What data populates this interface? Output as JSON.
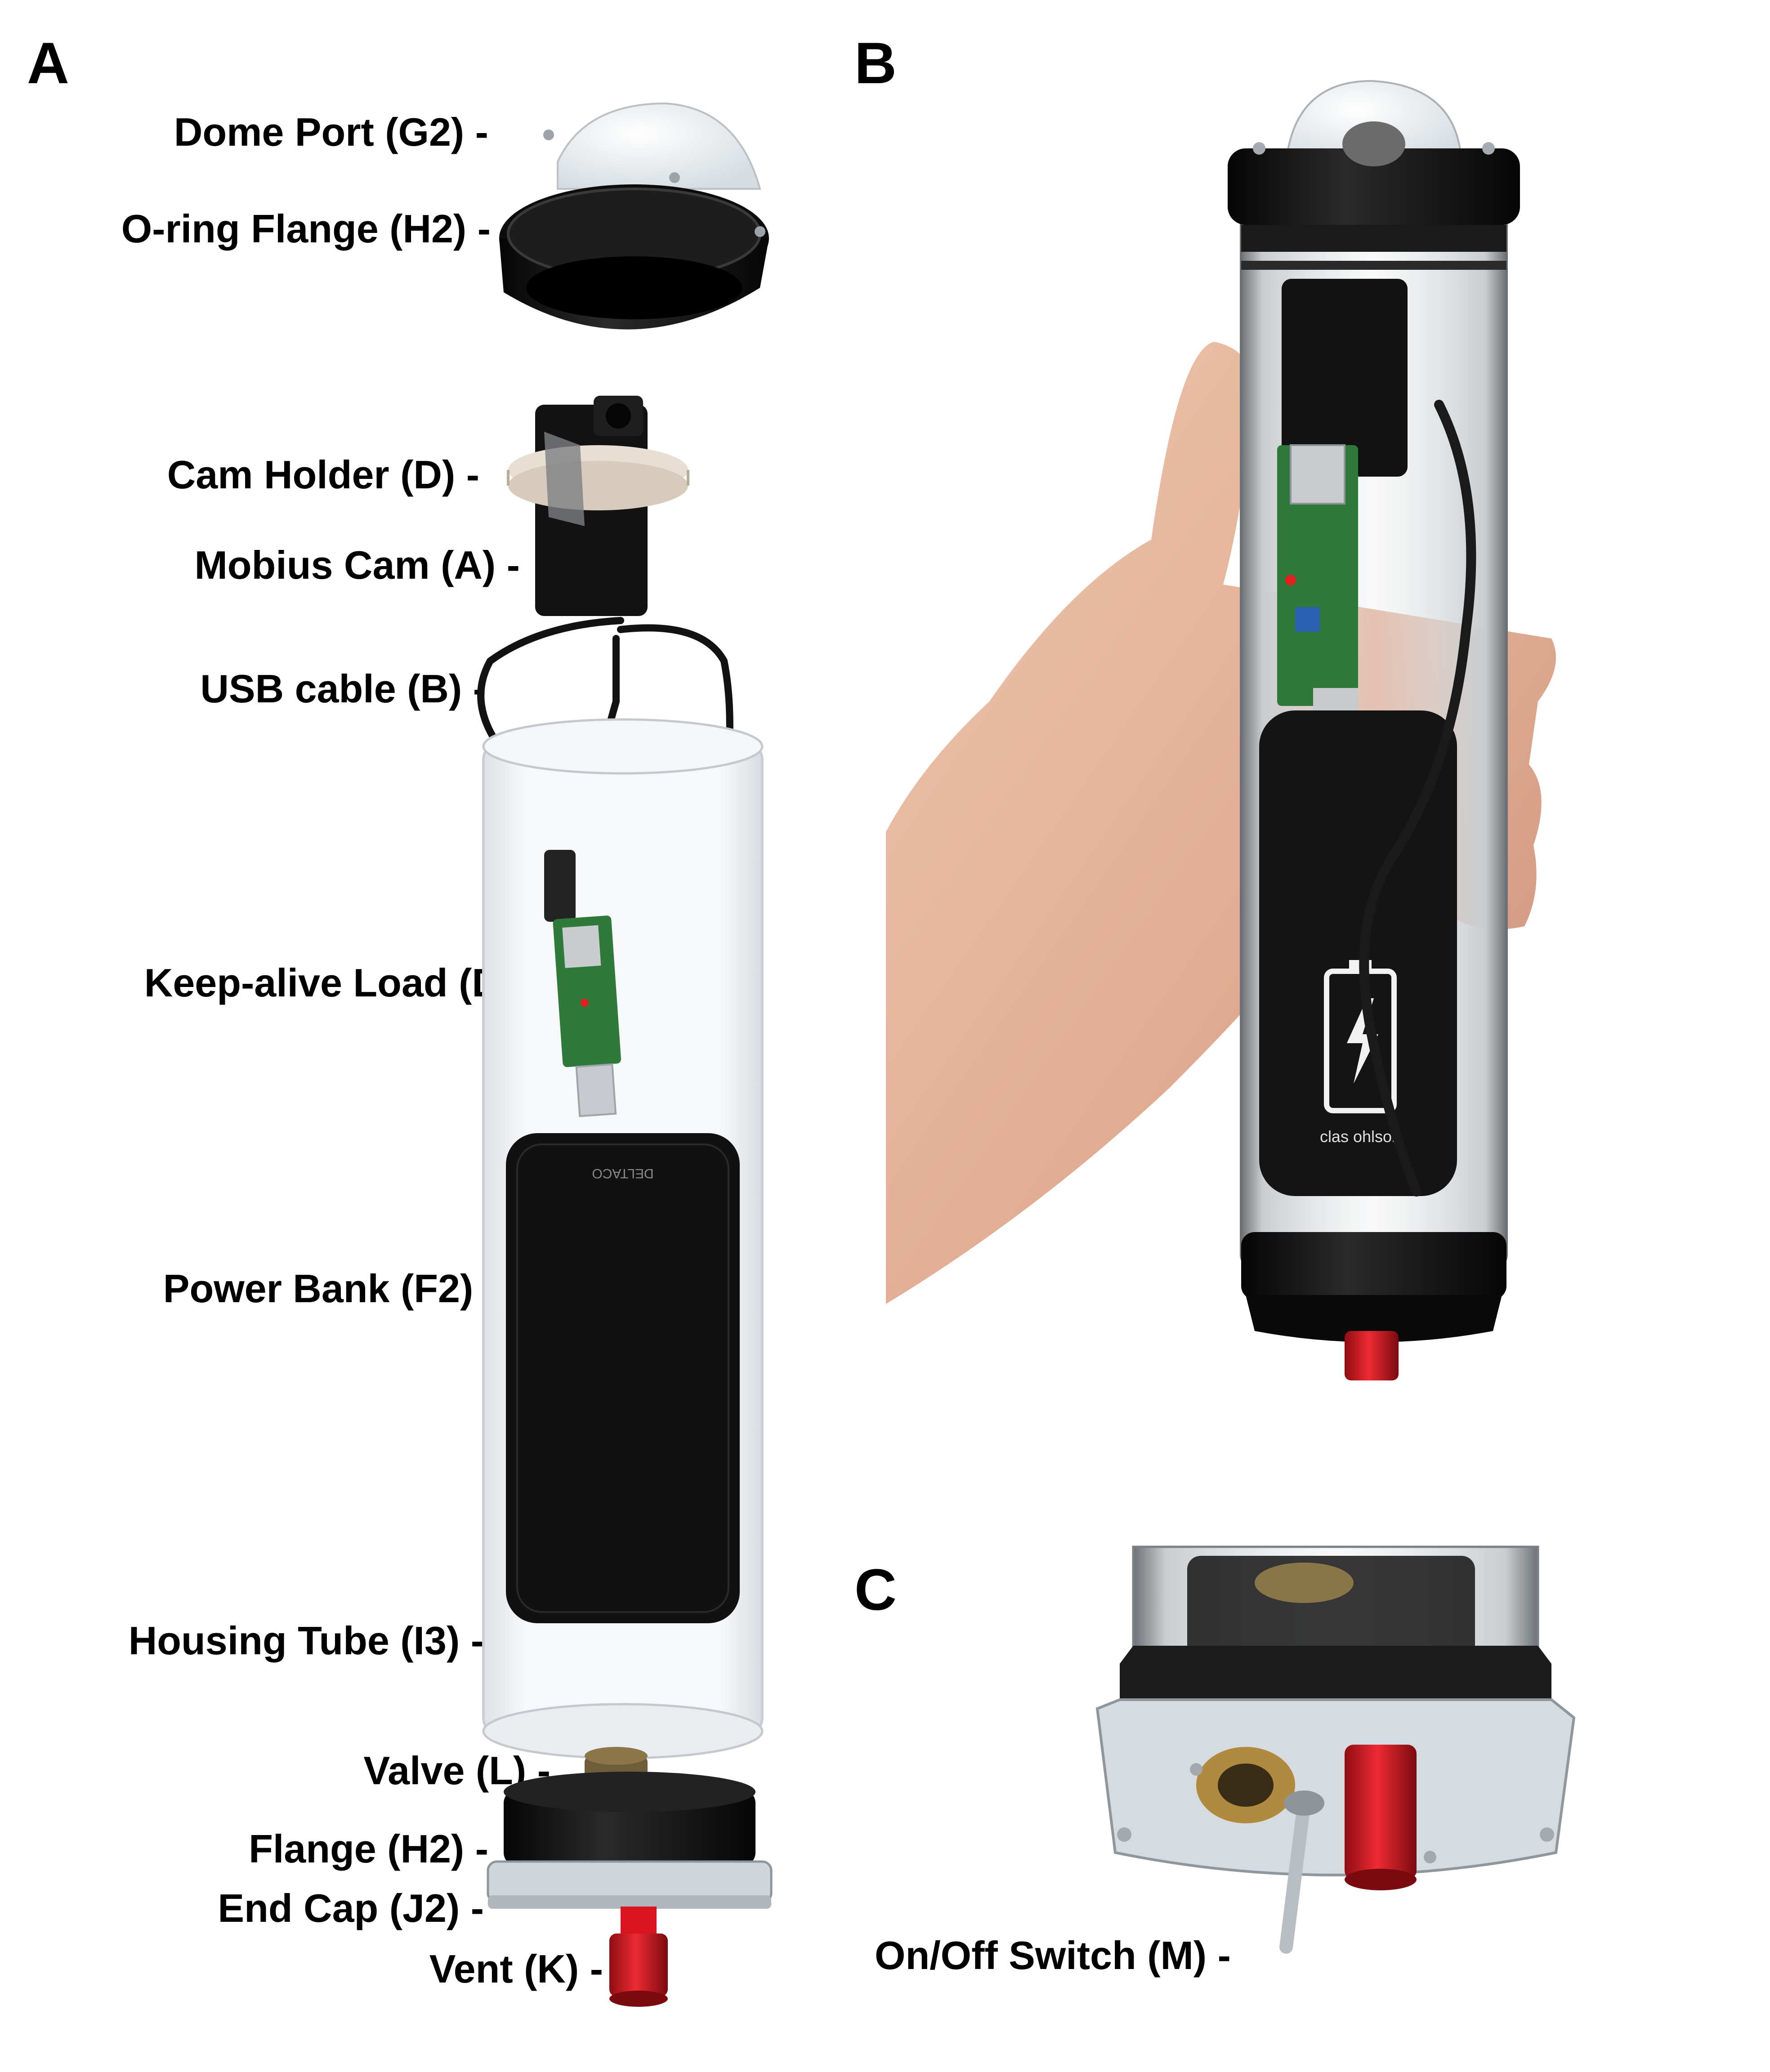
{
  "panels": {
    "a": "A",
    "b": "B",
    "c": "C"
  },
  "labels_a": {
    "dome_port": "Dome Port (G2) -",
    "oring_flange": "O-ring Flange (H2) -",
    "cam_holder": "Cam Holder (D) -",
    "mobius_cam": "Mobius Cam (A) -",
    "usb_cable": "USB cable (B) -",
    "keep_alive_load": "Keep-alive Load (D) -",
    "power_bank": "Power Bank (F2) -",
    "housing_tube": "Housing Tube (I3) -",
    "valve": "Valve (L) -",
    "flange": "Flange (H2) -",
    "end_cap": "End Cap (J2) -",
    "vent": "Vent (K) -"
  },
  "labels_c": {
    "on_off_switch": "On/Off Switch (M) -"
  },
  "product_marks": {
    "power_bank_brand": "DELTACO",
    "battery_brand": "clas ohlson"
  },
  "colors": {
    "housing_black": "#141414",
    "vent_red": "#d8151f",
    "pcb_green": "#2f7a3a",
    "brass": "#b08a3e",
    "skin": "#e5b79f",
    "tube_clear": "#eef1f3"
  }
}
